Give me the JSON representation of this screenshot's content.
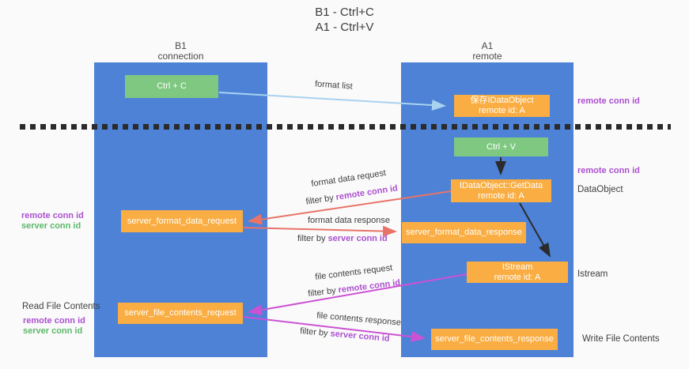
{
  "title": {
    "line1": "B1 - Ctrl+C",
    "line2": "A1 - Ctrl+V"
  },
  "columns": {
    "left": {
      "header_line1": "B1",
      "header_line2": "connection"
    },
    "right": {
      "header_line1": "A1",
      "header_line2": "remote"
    }
  },
  "nodes": {
    "ctrl_c": "Ctrl + C",
    "ctrl_v": "Ctrl + V",
    "save_idataobject": {
      "line1": "保存IDataObject",
      "line2": "remote id: A"
    },
    "idataobject_getdata": {
      "line1": "IDataObject::GetData",
      "line2": "remote id: A"
    },
    "istream": {
      "line1": "IStream",
      "line2": "remote id: A"
    },
    "server_format_data_request": "server_format_data_request",
    "server_format_data_response": "server_format_data_response",
    "server_file_contents_request": "server_file_contents_request",
    "server_file_contents_response": "server_file_contents_response"
  },
  "arrow_labels": {
    "format_list": "format list",
    "format_data_request": "format data request",
    "format_data_response": "format data response",
    "file_contents_request": "file contents request",
    "file_contents_response": "file contents response",
    "filter_prefix": "filter by ",
    "remote_conn_id": "remote conn id",
    "server_conn_id": "server conn id"
  },
  "side_labels": {
    "remote_conn_id": "remote conn id",
    "server_conn_id": "server conn id",
    "dataobject": "DataObject",
    "istream": "Istream",
    "read_file_contents": "Read File Contents",
    "write_file_contents": "Write File Contents"
  },
  "colors": {
    "column_blue": "#4d82d7",
    "node_green": "#7ec881",
    "node_orange": "#f9ad42",
    "conn_id_purple": "#ab50cf",
    "conn_id_green": "#5cb86a",
    "arrow_light_blue": "#a9d2ef",
    "arrow_salmon": "#e87468",
    "arrow_magenta": "#cc52d4",
    "arrow_black": "#2b2b2b",
    "background": "#fafafa"
  }
}
